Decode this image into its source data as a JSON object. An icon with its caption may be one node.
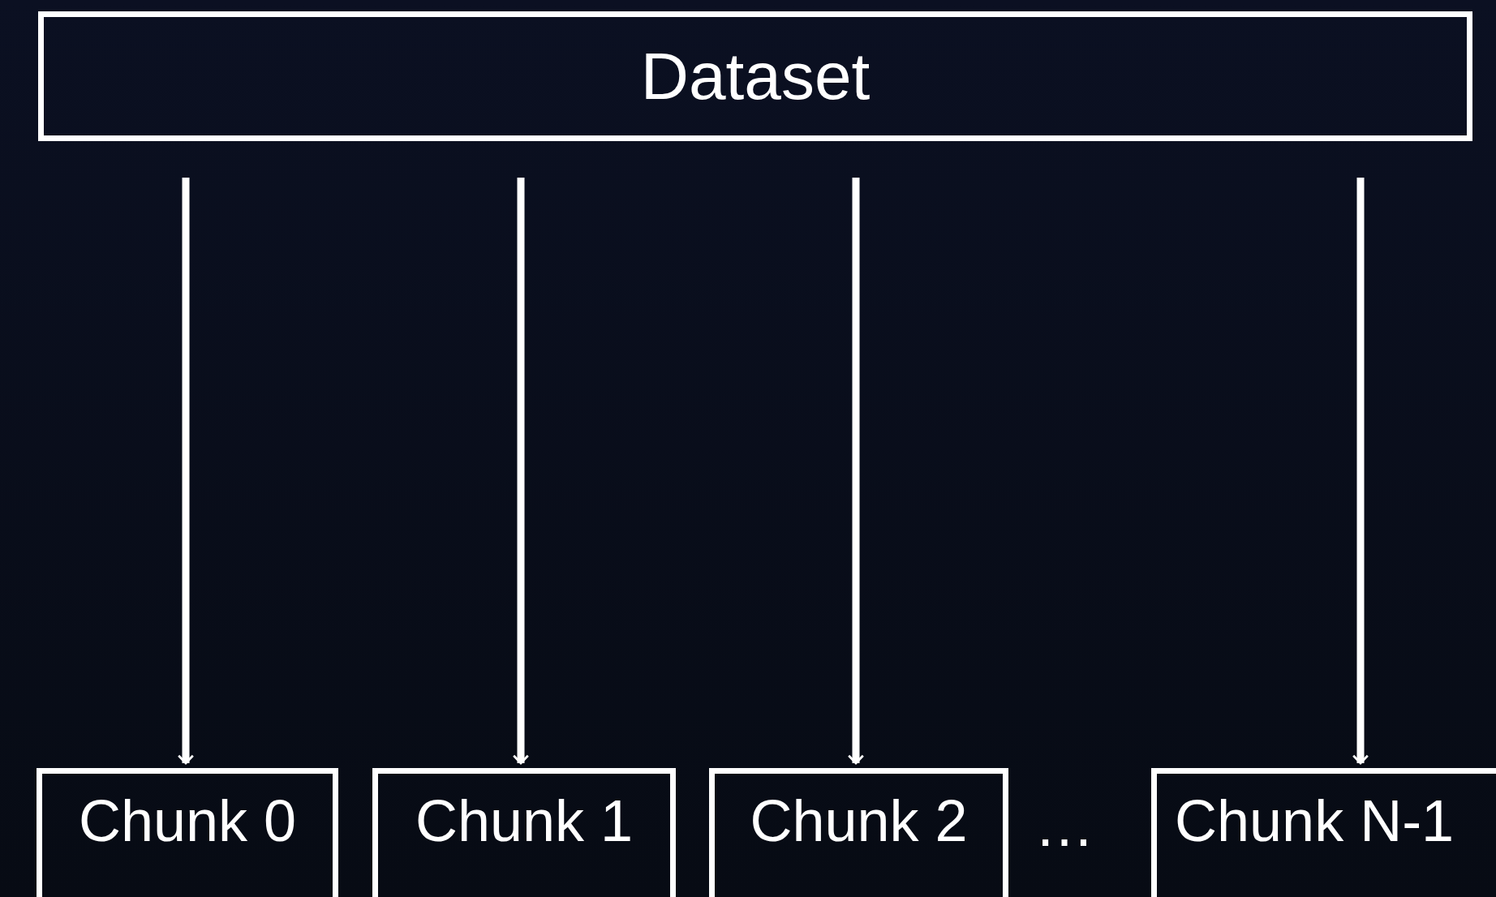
{
  "diagram": {
    "nodes": [
      {
        "text": [
          "Dataset"
        ]
      },
      {
        "text": [
          "Chunk 0"
        ]
      },
      {
        "text": [
          "Chunk 1"
        ]
      },
      {
        "text": [
          "Chunk 2"
        ]
      },
      {
        "text": [
          "Chunk N-1"
        ]
      }
    ],
    "edges": [
      {
        "from": 0,
        "to": 1,
        "arrow": "to"
      },
      {
        "from": 0,
        "to": 2,
        "arrow": "to"
      },
      {
        "from": 0,
        "to": 3,
        "arrow": "to"
      },
      {
        "from": 0,
        "to": 4,
        "arrow": "to"
      }
    ],
    "labels": [
      "…"
    ]
  }
}
